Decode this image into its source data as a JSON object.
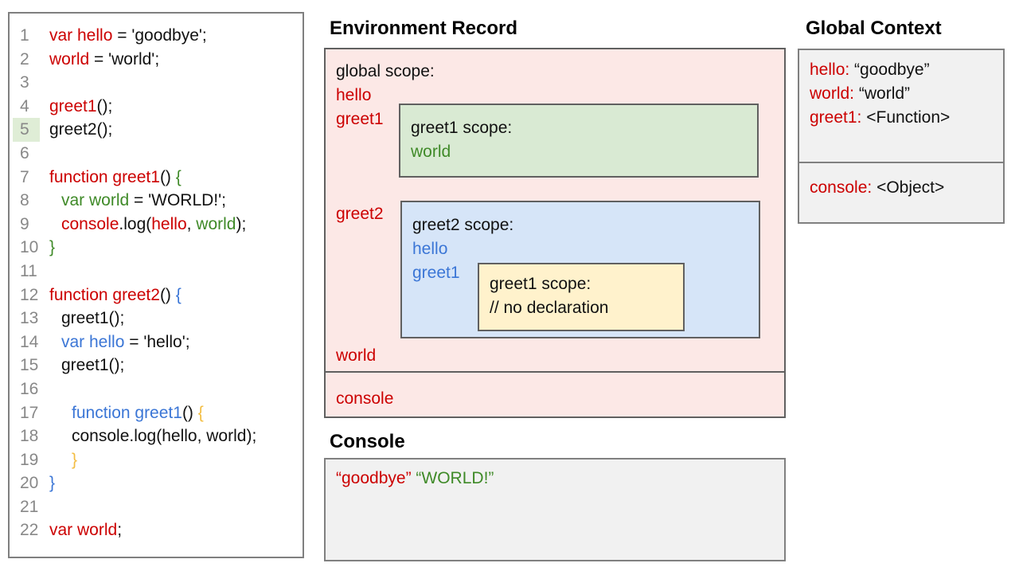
{
  "code_panel": {
    "lines": [
      {
        "num": "1",
        "indent": 0,
        "highlight": false,
        "segments": [
          {
            "t": "var hello",
            "c": "red"
          },
          {
            "t": " = 'goodbye';",
            "c": "black"
          }
        ]
      },
      {
        "num": "2",
        "indent": 0,
        "highlight": false,
        "segments": [
          {
            "t": "world",
            "c": "red"
          },
          {
            "t": " = 'world';",
            "c": "black"
          }
        ]
      },
      {
        "num": "3",
        "indent": 0,
        "highlight": false,
        "segments": []
      },
      {
        "num": "4",
        "indent": 0,
        "highlight": false,
        "segments": [
          {
            "t": "greet1",
            "c": "red"
          },
          {
            "t": "();",
            "c": "black"
          }
        ]
      },
      {
        "num": "5",
        "indent": 0,
        "highlight": true,
        "segments": [
          {
            "t": "greet2();",
            "c": "black"
          }
        ]
      },
      {
        "num": "6",
        "indent": 0,
        "highlight": false,
        "segments": []
      },
      {
        "num": "7",
        "indent": 0,
        "highlight": false,
        "segments": [
          {
            "t": "function greet1",
            "c": "red"
          },
          {
            "t": "() ",
            "c": "black"
          },
          {
            "t": "{",
            "c": "green"
          }
        ]
      },
      {
        "num": "8",
        "indent": 1,
        "highlight": false,
        "segments": [
          {
            "t": "var world",
            "c": "green"
          },
          {
            "t": " = 'WORLD!';",
            "c": "black"
          }
        ]
      },
      {
        "num": "9",
        "indent": 1,
        "highlight": false,
        "segments": [
          {
            "t": "console",
            "c": "red"
          },
          {
            "t": ".log(",
            "c": "black"
          },
          {
            "t": "hello",
            "c": "red"
          },
          {
            "t": ", ",
            "c": "black"
          },
          {
            "t": "world",
            "c": "green"
          },
          {
            "t": ");",
            "c": "black"
          }
        ]
      },
      {
        "num": "10",
        "indent": 0,
        "highlight": false,
        "segments": [
          {
            "t": "}",
            "c": "green"
          }
        ]
      },
      {
        "num": "11",
        "indent": 0,
        "highlight": false,
        "segments": []
      },
      {
        "num": "12",
        "indent": 0,
        "highlight": false,
        "segments": [
          {
            "t": "function greet2",
            "c": "red"
          },
          {
            "t": "() ",
            "c": "black"
          },
          {
            "t": "{",
            "c": "blue"
          }
        ]
      },
      {
        "num": "13",
        "indent": 1,
        "highlight": false,
        "segments": [
          {
            "t": "greet1();",
            "c": "black"
          }
        ]
      },
      {
        "num": "14",
        "indent": 1,
        "highlight": false,
        "segments": [
          {
            "t": "var hello",
            "c": "blue"
          },
          {
            "t": " = 'hello';",
            "c": "black"
          }
        ]
      },
      {
        "num": "15",
        "indent": 1,
        "highlight": false,
        "segments": [
          {
            "t": "greet1();",
            "c": "black"
          }
        ]
      },
      {
        "num": "16",
        "indent": 0,
        "highlight": false,
        "segments": []
      },
      {
        "num": "17",
        "indent": 2,
        "highlight": false,
        "segments": [
          {
            "t": "function greet1",
            "c": "blue"
          },
          {
            "t": "() ",
            "c": "black"
          },
          {
            "t": "{",
            "c": "yellow"
          }
        ]
      },
      {
        "num": "18",
        "indent": 2,
        "highlight": false,
        "segments": [
          {
            "t": "console.log(hello, world);",
            "c": "black"
          }
        ]
      },
      {
        "num": "19",
        "indent": 2,
        "highlight": false,
        "segments": [
          {
            "t": "}",
            "c": "yellow"
          }
        ]
      },
      {
        "num": "20",
        "indent": 0,
        "highlight": false,
        "segments": [
          {
            "t": "}",
            "c": "blue"
          }
        ]
      },
      {
        "num": "21",
        "indent": 0,
        "highlight": false,
        "segments": []
      },
      {
        "num": "22",
        "indent": 0,
        "highlight": false,
        "segments": [
          {
            "t": "var world",
            "c": "red"
          },
          {
            "t": ";",
            "c": "black"
          }
        ]
      }
    ]
  },
  "environment_record": {
    "title": "Environment Record",
    "global_label": "global scope:",
    "var_hello": "hello",
    "var_greet1": "greet1",
    "var_greet2": "greet2",
    "var_world": "world",
    "var_console": "console",
    "greet1_scope": {
      "label": "greet1 scope:",
      "var_world": "world"
    },
    "greet2_scope": {
      "label": "greet2 scope:",
      "var_hello": "hello",
      "var_greet1": "greet1",
      "inner_greet1_scope": {
        "label": "greet1 scope:",
        "comment": "// no declaration"
      }
    }
  },
  "console_panel": {
    "title": "Console",
    "entries": [
      {
        "text": "“goodbye”",
        "color": "red"
      },
      {
        "text": "“WORLD!”",
        "color": "green"
      }
    ]
  },
  "global_context": {
    "title": "Global Context",
    "box1": [
      {
        "name": "hello:",
        "value": "“goodbye”"
      },
      {
        "name": "world:",
        "value": "“world”"
      },
      {
        "name": "greet1:",
        "value": "<Function>"
      }
    ],
    "box2": [
      {
        "name": "console:",
        "value": "<Object>"
      }
    ]
  },
  "colors": {
    "red": "#CC0000",
    "green": "#3F8A28",
    "blue": "#3B76D6",
    "yellow": "#F3BD42",
    "pink_bg": "#FCE8E6",
    "green_bg": "#D9EAD3",
    "blue_bg": "#D6E5F8",
    "yellow_bg": "#FFF2CC",
    "gray_bg": "#F1F1F1",
    "line_highlight_bg": "#DFEDD6"
  }
}
